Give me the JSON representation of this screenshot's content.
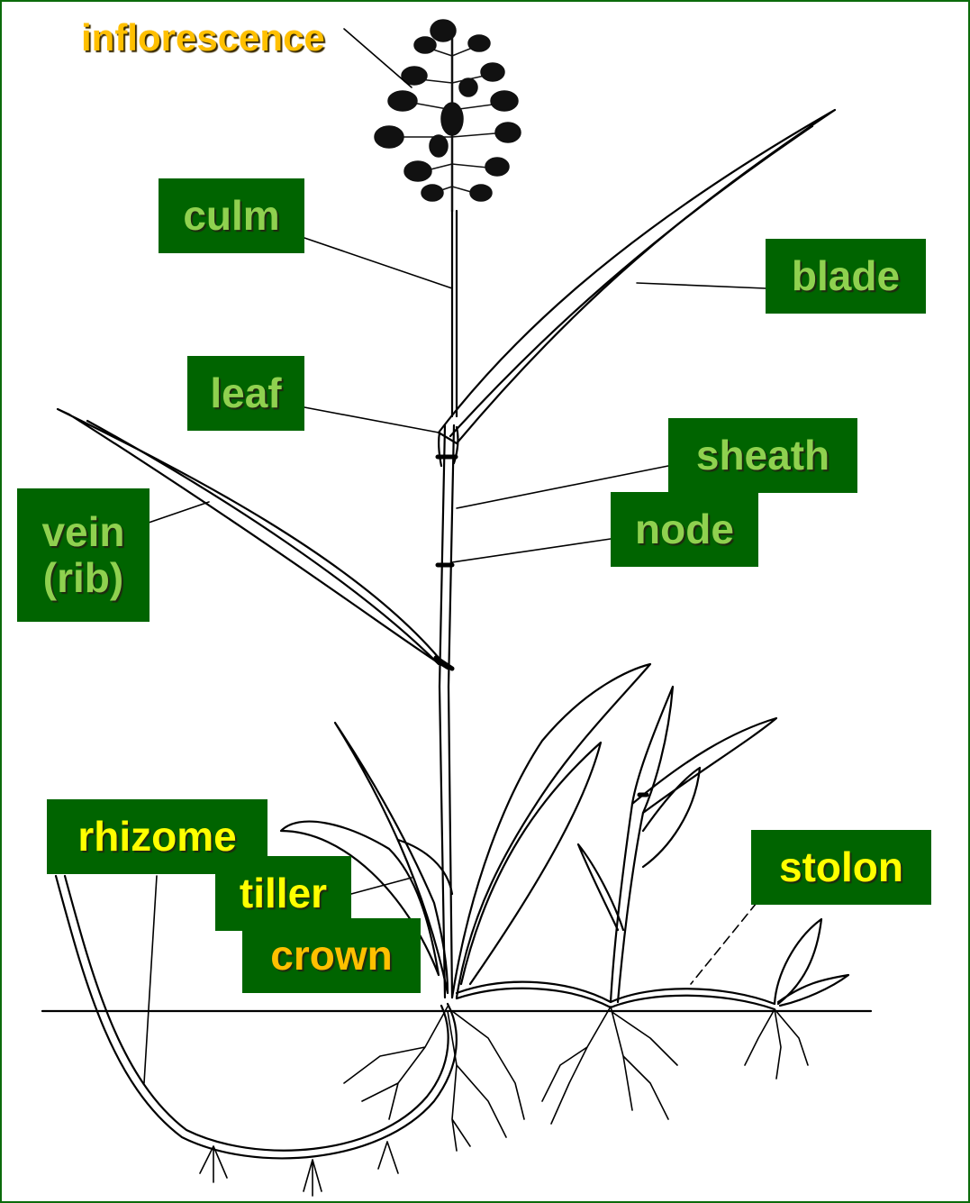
{
  "labels": {
    "inflorescence": "inflorescence",
    "culm": "culm",
    "blade": "blade",
    "leaf": "leaf",
    "sheath": "sheath",
    "node": "node",
    "vein": "vein\n(rib)",
    "rhizome": "rhizome",
    "tiller": "tiller",
    "crown": "crown",
    "stolon": "stolon"
  },
  "colors": {
    "label_background": "#006400",
    "text_green": "#8fd14f",
    "text_yellow": "#ffff00",
    "text_gold": "#ffc000",
    "frame": "#0b6b0b",
    "drawing": "#000000"
  }
}
